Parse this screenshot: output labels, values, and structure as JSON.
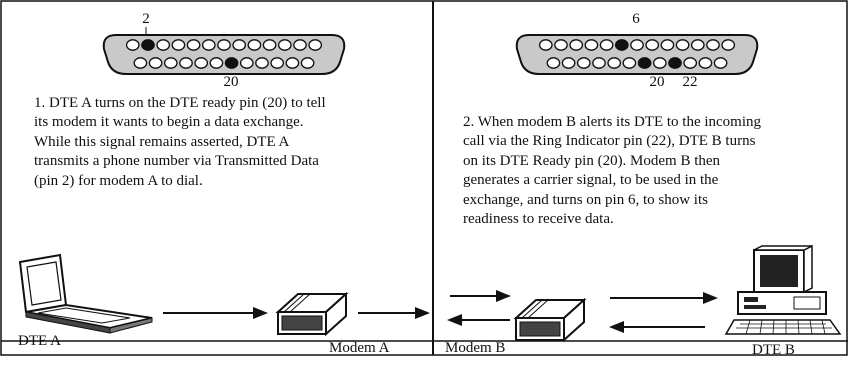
{
  "panels": [
    {
      "pin_top_label": "2",
      "pin_bottom_label": "20",
      "description_lines": [
        "1. DTE A turns on the DTE ready pin (20) to tell",
        "its modem it wants to begin a data exchange.",
        "While this signal remains asserted, DTE A",
        "transmits a phone number via Transmitted Data",
        "(pin 2) for modem A to dial."
      ],
      "left_device_label": "DTE A",
      "right_device_label": "Modem A"
    },
    {
      "pin_top_label": "6",
      "pin_bottom_label_1": "20",
      "pin_bottom_label_2": "22",
      "description_lines": [
        "2. When modem B alerts its DTE to the incoming",
        "call via the Ring Indicator pin (22), DTE B turns",
        "on its DTE Ready pin (20). Modem B then",
        "generates a carrier signal, to be used in the",
        "exchange, and turns on pin 6, to show its",
        "readiness to receive data."
      ],
      "left_device_label": "Modem B",
      "right_device_label": "DTE B"
    }
  ],
  "connector": {
    "top_row_pins": 13,
    "bottom_row_pins": 12,
    "panel1_active_top_pin": 2,
    "panel1_active_bottom_pin": 20,
    "panel2_active_top_pin": 6,
    "panel2_active_bottom_pins": [
      20,
      22
    ]
  }
}
